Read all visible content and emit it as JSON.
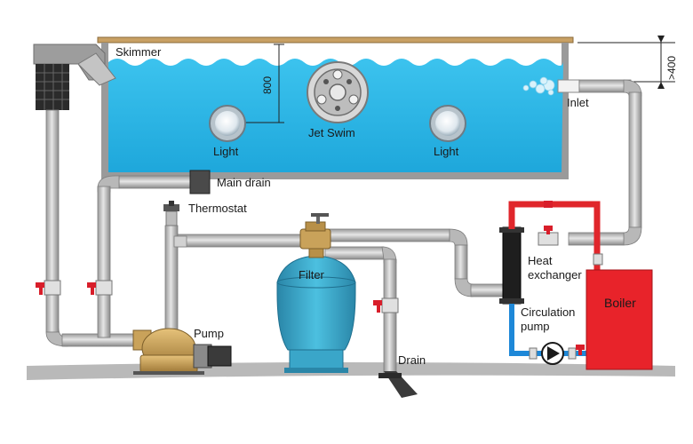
{
  "labels": {
    "skimmer": "Skimmer",
    "jet_swim": "Jet Swim",
    "light_left": "Light",
    "light_right": "Light",
    "inlet": "Inlet",
    "main_drain": "Main drain",
    "thermostat": "Thermostat",
    "filter": "Filter",
    "heat_exchanger_line1": "Heat",
    "heat_exchanger_line2": "exchanger",
    "boiler": "Boiler",
    "circulation_pump_line1": "Circulation",
    "circulation_pump_line2": "pump",
    "pump": "Pump",
    "drain": "Drain"
  },
  "dimensions": {
    "water_depth": "800",
    "inlet_depth": ">400"
  },
  "colors": {
    "water": "#29b6e6",
    "water_dark": "#1a8fbd",
    "pipe": "#c8c8c8",
    "pipe_edge": "#8c8c8c",
    "hot_pipe": "#e0262b",
    "cold_pipe": "#1e88d8",
    "boiler": "#e8232a",
    "filter": "#3aa6c9",
    "pump_body": "#c9a25a",
    "valve": "#d81e2a",
    "ground": "#b9b9b9",
    "coping": "#c8a064"
  }
}
